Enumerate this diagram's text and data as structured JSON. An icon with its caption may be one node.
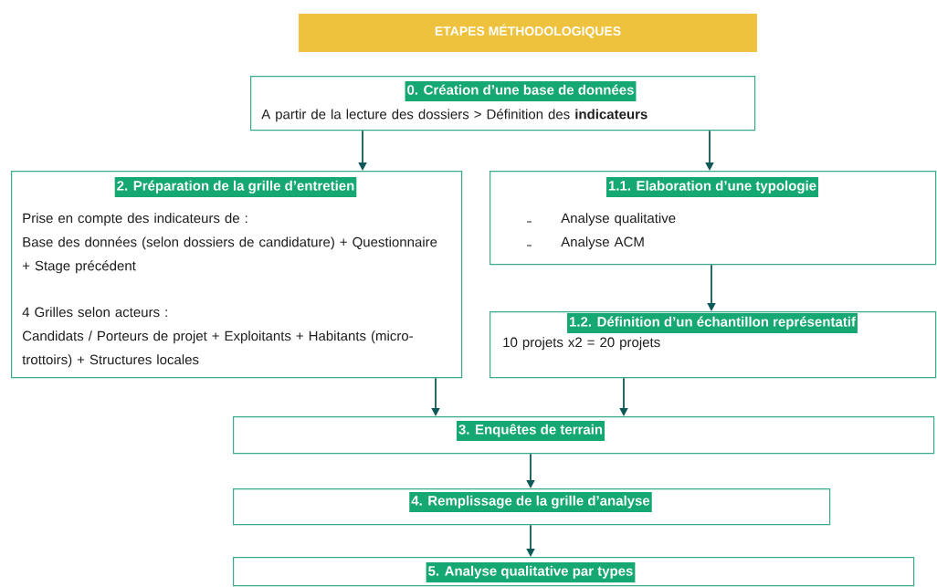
{
  "diagram": {
    "title": "ETAPES MÉTHODOLOGIQUES",
    "nodes": [
      {
        "text": [
          "0. Création d’une base de données",
          "A partir de la lecture des dossiers > Définition des **indicateurs**"
        ]
      },
      {
        "text": [
          "2. Préparation de la grille d’entretien",
          "Prise en compte des indicateurs de :",
          "Base des données (selon dossiers de candidature) + Questionnaire + Stage précédent",
          "4 Grilles selon acteurs :",
          "Candidats / Porteurs de projet + Exploitants + Habitants (micro-trottoirs) + Structures locales"
        ]
      },
      {
        "text": [
          "1.1. Elaboration d’une typologie",
          "Analyse qualitative",
          "Analyse ACM"
        ]
      },
      {
        "text": [
          "1.2. Définition d’un échantillon représentatif",
          "10 projets x2 = 20 projets"
        ]
      },
      {
        "text": [
          "3. Enquêtes de terrain"
        ]
      },
      {
        "text": [
          "4. Remplissage de la grille d’analyse"
        ]
      },
      {
        "text": [
          "5. Analyse qualitative par types"
        ]
      }
    ],
    "edges": [
      {
        "from": 0,
        "to": 1,
        "arrow": "to"
      },
      {
        "from": 0,
        "to": 2,
        "arrow": "to"
      },
      {
        "from": 2,
        "to": 3,
        "arrow": "to"
      },
      {
        "from": 1,
        "to": 4,
        "arrow": "to"
      },
      {
        "from": 3,
        "to": 4,
        "arrow": "to"
      },
      {
        "from": 4,
        "to": 5,
        "arrow": "to"
      },
      {
        "from": 5,
        "to": 6,
        "arrow": "to"
      }
    ]
  }
}
